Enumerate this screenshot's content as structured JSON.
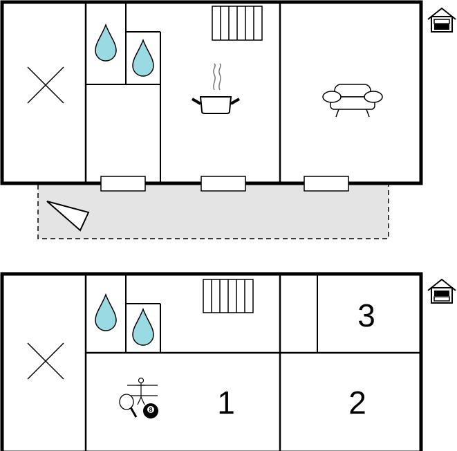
{
  "colors": {
    "wall": "#000000",
    "water": "#9adbe3",
    "terrace_fill": "#e4e4e4",
    "steam": "#777777"
  },
  "floors": [
    {
      "icon": "house-upper-floor-icon",
      "rooms": {
        "left": {
          "icon": "cross-icon"
        },
        "bath_a": {
          "icon": "water-drop-icon"
        },
        "bath_b": {
          "icon": "water-drop-icon"
        },
        "kitchen": {
          "icons": [
            "radiator-icon",
            "cooking-pot-icon"
          ]
        },
        "living": {
          "icon": "sofa-icon"
        }
      },
      "windows": 3,
      "terrace": {
        "icon": "triangle-marker-icon"
      }
    },
    {
      "icon": "house-lower-floor-icon",
      "rooms": {
        "left": {
          "icon": "cross-icon"
        },
        "bath_a": {
          "icon": "water-drop-icon"
        },
        "bath_b": {
          "icon": "water-drop-icon"
        },
        "utility": {
          "icon": "radiator-icon"
        },
        "room_1": {
          "label": "1",
          "icons": [
            "table-tennis-icon",
            "foosball-icon",
            "billiard-ball-icon"
          ],
          "ball_label": "8"
        },
        "room_2": {
          "label": "2"
        },
        "room_3": {
          "label": "3"
        }
      }
    }
  ]
}
